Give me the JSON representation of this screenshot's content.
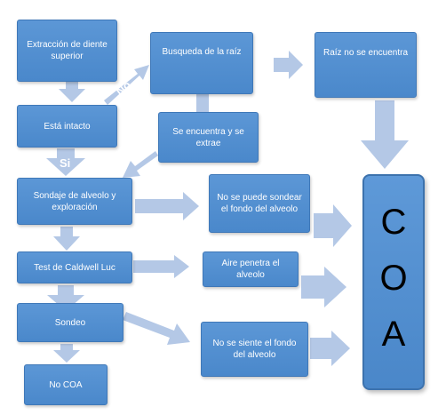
{
  "colors": {
    "box": "#4f8dd0",
    "arrow": "#b4c8e6",
    "coa_text": "#000000"
  },
  "boxes": {
    "extraccion": "Extracción de diente superior",
    "busqueda": "Busqueda de la raíz",
    "raiz_no": "Raíz no se encuentra",
    "intacto": "Está intacto",
    "se_encuentra": "Se encuentra y se extrae",
    "sondaje": "Sondaje de alveolo y exploración",
    "no_sondear": "No se puede sondear el fondo del alveolo",
    "caldwell": "Test de Caldwell Luc",
    "aire": "Aire penetra el alveolo",
    "sondeo": "Sondeo",
    "no_siente": "No se siente el fondo del alveolo",
    "no_coa": "No COA"
  },
  "coa": {
    "letter1": "C",
    "letter2": "O",
    "letter3": "A"
  },
  "labels": {
    "no": "No",
    "si": "Si"
  }
}
